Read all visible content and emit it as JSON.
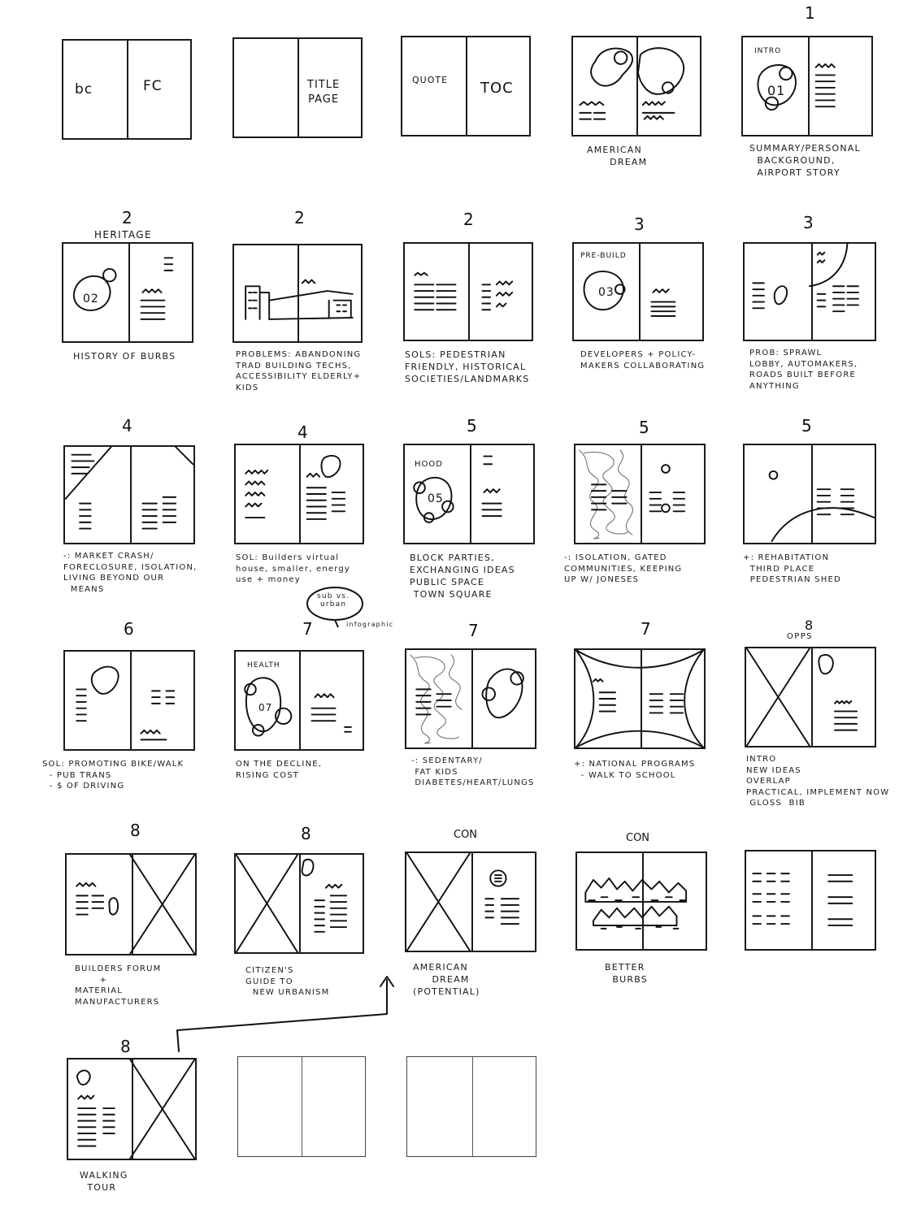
{
  "page_number_top": "1",
  "row1": {
    "box1": {
      "left": "bc",
      "right": "FC"
    },
    "box2": {
      "right": "TITLE\nPAGE"
    },
    "box3": {
      "left": "QUOTE",
      "right": "TOC"
    },
    "box4": {
      "caption": "AMERICAN\n      DREAM"
    },
    "box5": {
      "number": "1",
      "label": "INTRO",
      "badge": "01",
      "caption": "SUMMARY/PERSONAL\n  BACKGROUND,\n  AIRPORT STORY"
    }
  },
  "row2": {
    "box1": {
      "number": "2",
      "heading": "HERITAGE",
      "badge": "02",
      "caption": "HISTORY OF BURBS"
    },
    "box2": {
      "number": "2",
      "caption": "PROBLEMS: ABANDONING\nTRAD BUILDING TECHS,\nACCESSIBILITY ELDERLY+\nKIDS"
    },
    "box3": {
      "number": "2",
      "caption": "SOLS: PEDESTRIAN\nFRIENDLY, HISTORICAL\nSOCIETIES/LANDMARKS"
    },
    "box4": {
      "number": "3",
      "label": "PRE-BUILD",
      "badge": "03",
      "caption": "DEVELOPERS + POLICY-\nMAKERS COLLABORATING"
    },
    "box5": {
      "number": "3",
      "caption": "PROB: SPRAWL\nLOBBY, AUTOMAKERS,\nROADS BUILT BEFORE\nANYTHING"
    }
  },
  "row3": {
    "box1": {
      "number": "4",
      "caption": "-: MARKET CRASH/\nFORECLOSURE, ISOLATION,\nLIVING BEYOND OUR\n  MEANS"
    },
    "box2": {
      "number": "4",
      "caption": "SOL: Builders virtual\nhouse, smaller, energy\nuse + money",
      "bubble": "sub vs.\nurban",
      "bubble_note": "infographic"
    },
    "box3": {
      "number": "5",
      "label": "HOOD",
      "badge": "05",
      "caption": "BLOCK PARTIES,\nEXCHANGING IDEAS\nPUBLIC SPACE\n TOWN SQUARE"
    },
    "box4": {
      "number": "5",
      "caption": "-: ISOLATION, GATED\nCOMMUNITIES, KEEPING\nUP W/ JONESES"
    },
    "box5": {
      "number": "5",
      "caption": "+: REHABITATION\n  THIRD PLACE\n  PEDESTRIAN SHED"
    }
  },
  "row4": {
    "box1": {
      "number": "6",
      "caption": "SOL: PROMOTING BIKE/WALK\n  - PUB TRANS\n  - $ OF DRIVING"
    },
    "box2": {
      "number": "7",
      "label": "HEALTH",
      "badge": "07",
      "caption": "ON THE DECLINE,\nRISING COST"
    },
    "box3": {
      "number": "7",
      "caption": "-: SEDENTARY/\n FAT KIDS\n DIABETES/HEART/LUNGS"
    },
    "box4": {
      "number": "7",
      "caption": "+: NATIONAL PROGRAMS\n  - WALK TO SCHOOL"
    },
    "box5": {
      "number": "8",
      "heading": "OPPS",
      "caption": "INTRO\nNEW IDEAS\nOVERLAP\nPRACTICAL, IMPLEMENT NOW\n GLOSS  BIB"
    }
  },
  "row5": {
    "box1": {
      "number": "8",
      "caption": "BUILDERS FORUM\n       +\nMATERIAL\nMANUFACTURERS"
    },
    "box2": {
      "number": "8",
      "caption": "CITIZEN'S\nGUIDE TO\n  NEW URBANISM"
    },
    "box3": {
      "number": "CON",
      "caption": "AMERICAN\n     DREAM\n(POTENTIAL)"
    },
    "box4": {
      "number": "CON",
      "caption": "BETTER\n  BURBS"
    }
  },
  "row6": {
    "box1": {
      "number": "8",
      "caption": "WALKING\n  TOUR"
    }
  },
  "colors": {
    "ink": "#111111",
    "paper": "#ffffff"
  }
}
